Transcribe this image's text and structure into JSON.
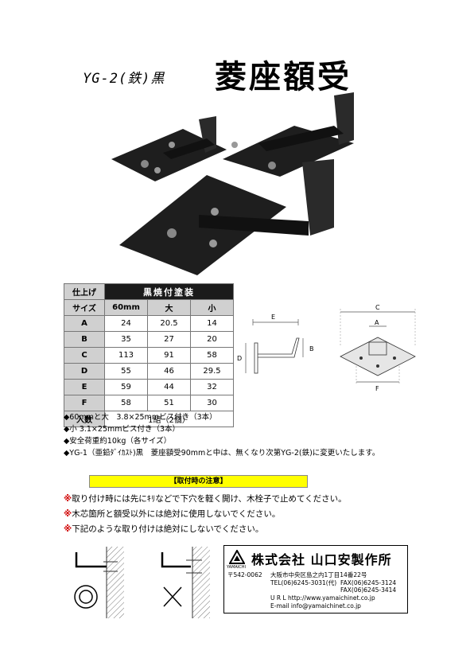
{
  "title": {
    "model": "YG-2(鉄)黒",
    "name": "菱座額受"
  },
  "spec_table": {
    "header_label": "仕上げ",
    "finish": "黒焼付塗装",
    "size_label": "サイズ",
    "sizes": [
      "60mm",
      "大",
      "小"
    ],
    "rows": [
      {
        "label": "A",
        "values": [
          "24",
          "20.5",
          "14"
        ]
      },
      {
        "label": "B",
        "values": [
          "35",
          "27",
          "20"
        ]
      },
      {
        "label": "C",
        "values": [
          "113",
          "91",
          "58"
        ]
      },
      {
        "label": "D",
        "values": [
          "55",
          "46",
          "29.5"
        ]
      },
      {
        "label": "E",
        "values": [
          "59",
          "44",
          "32"
        ]
      },
      {
        "label": "F",
        "values": [
          "58",
          "51",
          "30"
        ]
      }
    ],
    "quantity_label": "入数",
    "quantity": "1組（2個）"
  },
  "diagram_labels": {
    "a": "A",
    "b": "B",
    "c": "C",
    "d": "D",
    "e": "E",
    "f": "F"
  },
  "notes": [
    "◆60mmと大　3.8×25mmビス付き（3本）",
    "◆小 3.1×25mmビス付き（3本）",
    "◆安全荷重約10kg（各サイズ）",
    "◆YG-1（亜鉛ﾀﾞｲｶｽﾄ)黒　菱座額受90mmと中は、無くなり次第YG-2(鉄)に変更いたします。"
  ],
  "caution_title": "【取付時の注意】",
  "cautions": [
    {
      "mark": "※",
      "text": "取り付け時には先にｷﾘなどで下穴を軽く開け、木栓子で止めてください。"
    },
    {
      "mark": "※",
      "text": "木芯箇所と額受以外には絶対に使用しないでください。"
    },
    {
      "mark": "※",
      "text": "下記のような取り付けは絶対にしないでください。"
    }
  ],
  "company": {
    "logo_text": "YAMAICHI",
    "name": "株式会社 山口安製作所",
    "postal": "〒542-0062",
    "address": "大阪市中央区島之内1丁目14番22号",
    "tel": "TEL(06)6245-3031(代)",
    "fax1": "FAX(06)6245-3124",
    "fax2": "FAX(06)6245-3414",
    "url": "U R L http://www.yamaichinet.co.jp",
    "email": "E-mail info@yamaichinet.co.jp"
  }
}
